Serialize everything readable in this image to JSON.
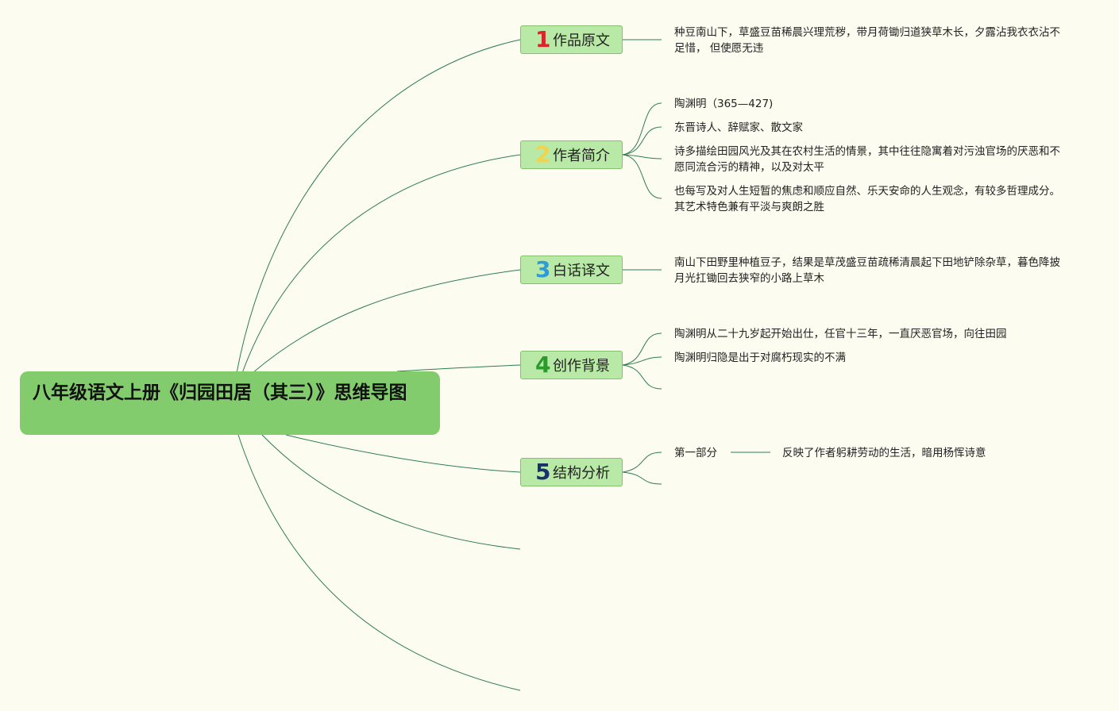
{
  "root": {
    "title": "八年级语文上册《归园田居（其三）》思维导图"
  },
  "branches": [
    {
      "number": "1",
      "label": "作品原文",
      "color": "#d8262a"
    },
    {
      "number": "2",
      "label": "作者简介",
      "color": "#f3d34a"
    },
    {
      "number": "3",
      "label": "白话译文",
      "color": "#2f9ad8"
    },
    {
      "number": "4",
      "label": "创作背景",
      "color": "#2c9a2c"
    },
    {
      "number": "5",
      "label": "结构分析",
      "color": "#18306b"
    }
  ],
  "leaves": {
    "original": "种豆南山下，草盛豆苗稀晨兴理荒秽，带月荷锄归道狭草木长，夕露沾我衣衣沾不足惜， 但使愿无违",
    "author": [
      "陶渊明（365—427)",
      "东晋诗人、辞赋家、散文家",
      "诗多描绘田园风光及其在农村生活的情景，其中往往隐寓着对污浊官场的厌恶和不愿同流合污的精神，以及对太平",
      "也每写及对人生短暂的焦虑和顺应自然、乐天安命的人生观念，有较多哲理成分。其艺术特色兼有平淡与爽朗之胜"
    ],
    "translation": "南山下田野里种植豆子，结果是草茂盛豆苗疏稀清晨起下田地铲除杂草，暮色降披月光扛锄回去狭窄的小路上草木",
    "background": [
      "陶渊明从二十九岁起开始出仕，任官十三年，一直厌恶官场，向往田园",
      "陶渊明归隐是出于对腐朽现实的不满"
    ],
    "structure": {
      "part": "第一部分",
      "detail": "反映了作者躬耕劳动的生活，暗用杨恽诗意"
    }
  }
}
